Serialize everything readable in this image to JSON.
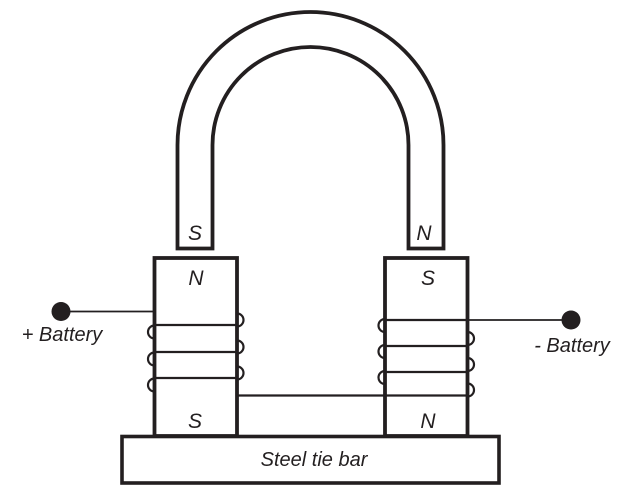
{
  "diagram": {
    "colors": {
      "ink": "#231f20",
      "background": "#ffffff"
    },
    "horseshoe_magnet": {
      "left_pole": "S",
      "right_pole": "N"
    },
    "left_core": {
      "top_pole": "N",
      "bottom_pole": "S"
    },
    "right_core": {
      "top_pole": "S",
      "bottom_pole": "N"
    },
    "battery": {
      "positive_label": "+ Battery",
      "negative_label": "- Battery"
    },
    "tie_bar": {
      "label": "Steel tie bar"
    }
  }
}
